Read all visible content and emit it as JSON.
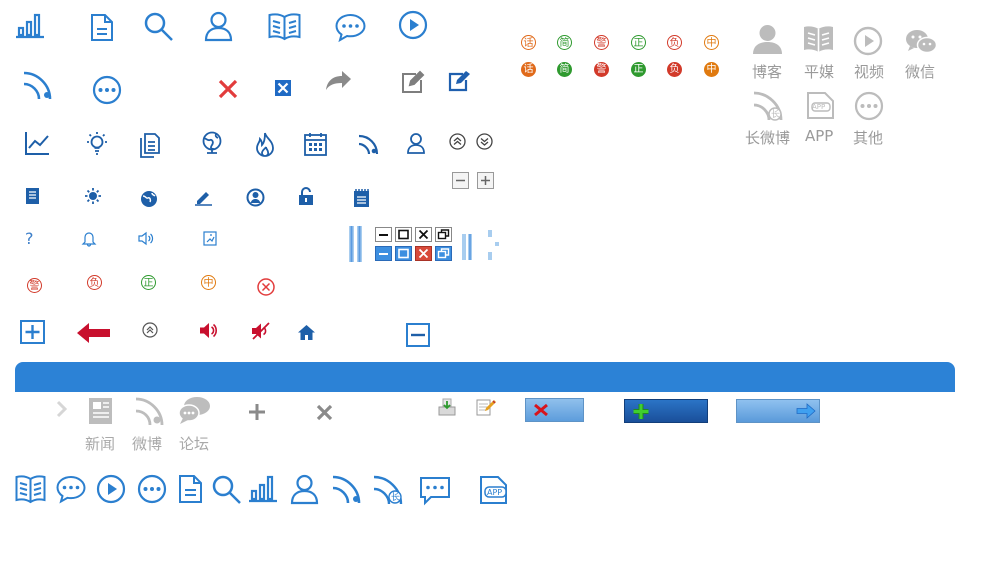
{
  "seal_rows": {
    "row1": [
      {
        "char": "话",
        "color": "#e06a1a"
      },
      {
        "char": "简",
        "color": "#2f9a2f"
      },
      {
        "char": "警",
        "color": "#d23a2a"
      },
      {
        "char": "正",
        "color": "#2f9a2f"
      },
      {
        "char": "负",
        "color": "#d23a2a"
      },
      {
        "char": "中",
        "color": "#e07a10"
      }
    ],
    "row2": [
      {
        "char": "话",
        "color": "#e06a1a"
      },
      {
        "char": "简",
        "color": "#2f9a2f"
      },
      {
        "char": "警",
        "color": "#d23a2a"
      },
      {
        "char": "正",
        "color": "#2f9a2f"
      },
      {
        "char": "负",
        "color": "#d23a2a"
      },
      {
        "char": "中",
        "color": "#e07a10"
      }
    ],
    "row_small": [
      {
        "char": "警",
        "color": "#d23a2a"
      },
      {
        "char": "负",
        "color": "#d23a2a"
      },
      {
        "char": "正",
        "color": "#2f9a2f"
      },
      {
        "char": "中",
        "color": "#e07a10"
      }
    ]
  },
  "gray_grid": {
    "row1": [
      "博客",
      "平媒",
      "视频",
      "微信"
    ],
    "row2": [
      "长微博",
      "APP",
      "其他"
    ]
  },
  "gray_sources": [
    "新闻",
    "微博",
    "论坛"
  ],
  "icon_text": {
    "wb_badge": "长",
    "app_badge": "APP",
    "question": "?",
    "minus": "-",
    "plus": "+"
  }
}
